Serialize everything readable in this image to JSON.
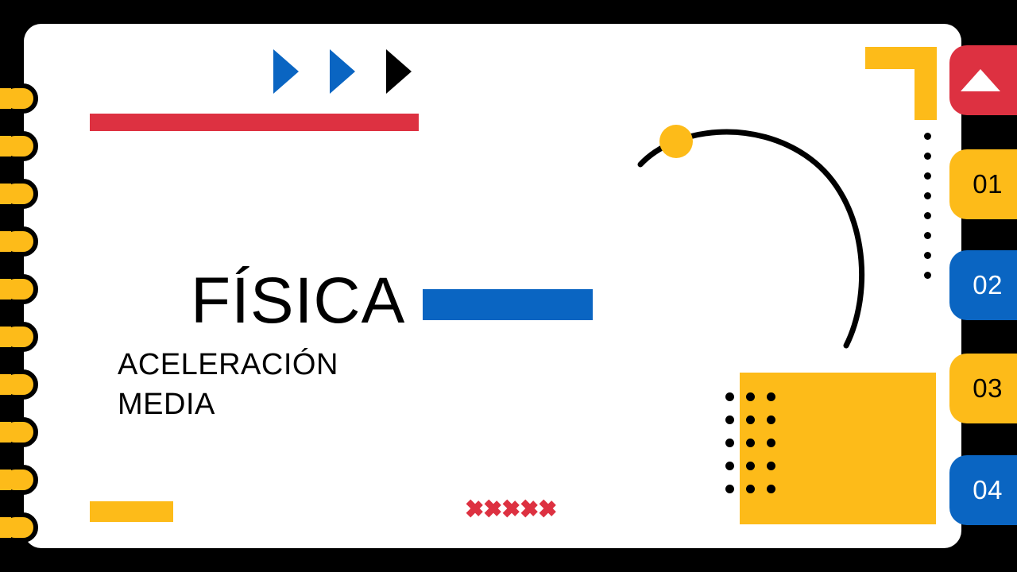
{
  "slide": {
    "title": "FÍSICA",
    "subtitle": "ACELERACIÓN\nMEDIA",
    "background_color": "#000000",
    "page_color": "#ffffff"
  },
  "palette": {
    "yellow": "#FDBB19",
    "blue": "#0A65C2",
    "red": "#DD3141",
    "black": "#000000",
    "white": "#ffffff"
  },
  "tabs": [
    {
      "label": "",
      "icon": "triangle-up-icon",
      "color": "#DD3141",
      "style": "red"
    },
    {
      "label": "01",
      "color": "#FDBB19",
      "style": "yellow"
    },
    {
      "label": "02",
      "color": "#0A65C2",
      "style": "blue"
    },
    {
      "label": "03",
      "color": "#FDBB19",
      "style": "yellow"
    },
    {
      "label": "04",
      "color": "#0A65C2",
      "style": "blue"
    }
  ],
  "decor": {
    "arrows": [
      {
        "name": "play-triangle-icon",
        "color": "#0A65C2"
      },
      {
        "name": "play-triangle-icon",
        "color": "#0A65C2"
      },
      {
        "name": "play-triangle-icon",
        "color": "#000000"
      }
    ],
    "chevron_count": 5,
    "chevron_color": "#DD3141",
    "dot_column_count": 8,
    "dot_grid_columns": 3,
    "dot_grid_rows": 5,
    "spiral_ring_count": 10,
    "red_bar_color": "#DD3141",
    "blue_bar_color": "#0A65C2",
    "corner_bracket_color": "#FDBB19",
    "yellow_rect_color": "#FDBB19",
    "arc_color": "#000000",
    "arc_end_dot_color": "#FDBB19"
  }
}
